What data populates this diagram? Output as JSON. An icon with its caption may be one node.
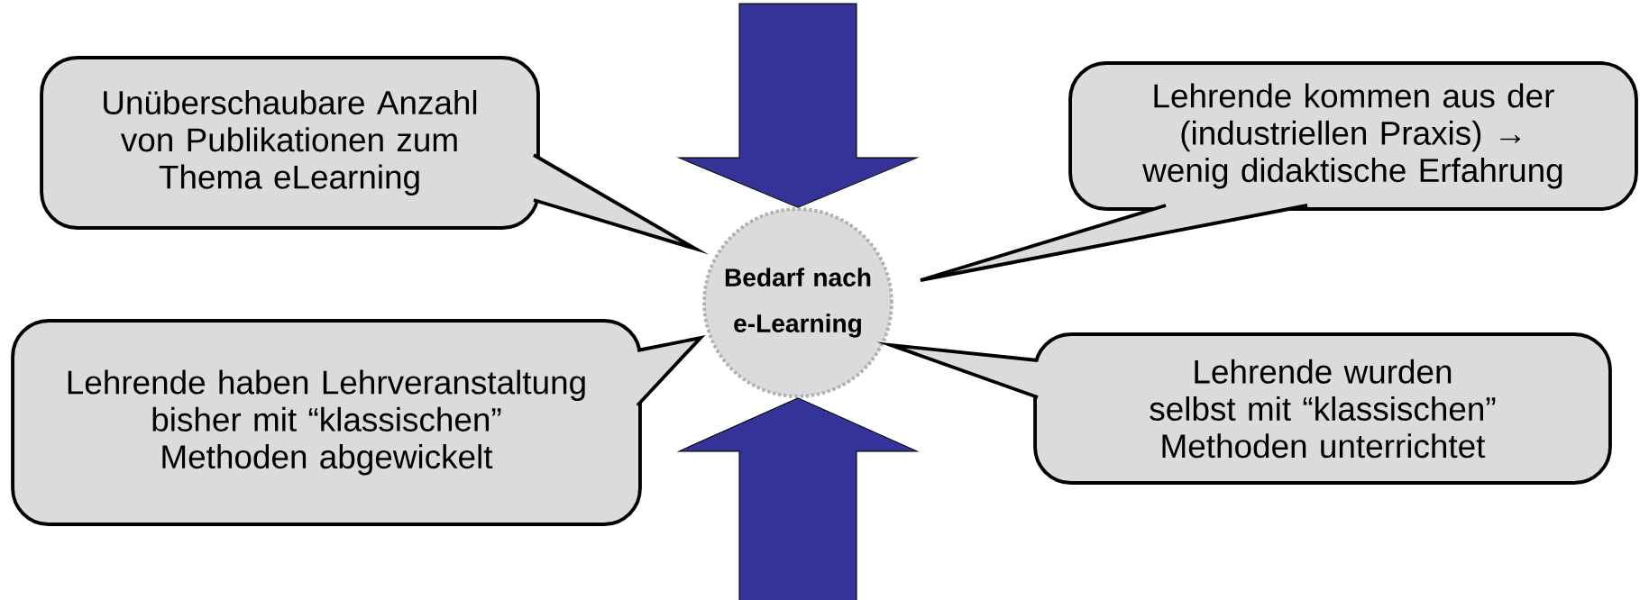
{
  "diagram": {
    "nodes": [
      {
        "text": [
          "Unüberschaubare Anzahl von Publikationen zum Thema eLearning"
        ]
      },
      {
        "text": [
          "Lehrende kommen aus der (industriellen Praxis) → wenig didaktische Erfahrung"
        ]
      },
      {
        "text": [
          "Bedarf nach e-Learning"
        ]
      },
      {
        "text": [
          "Lehrende haben Lehrveranstaltung bisher mit “klassischen” Methoden abgewickelt"
        ]
      },
      {
        "text": [
          "Lehrende wurden selbst mit “klassischen” Methoden unterrichtet"
        ]
      }
    ],
    "edges": [
      {
        "from": null,
        "to": 2,
        "arrow": "to",
        "style": "thick",
        "color": "#333399"
      },
      {
        "from": null,
        "to": 2,
        "arrow": "to",
        "style": "thick",
        "color": "#333399"
      }
    ]
  }
}
